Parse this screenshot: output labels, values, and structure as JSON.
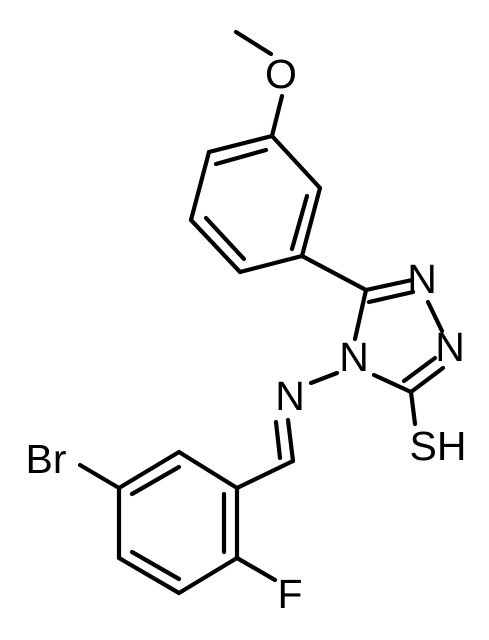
{
  "molecule": {
    "atoms": {
      "O": "O",
      "N2": "N",
      "N1": "N",
      "N4": "N",
      "N_imine": "N",
      "SH": "SH",
      "Br": "Br",
      "F": "F"
    }
  },
  "colors": {
    "bond": "#000000",
    "label": "#000000",
    "background": "#ffffff"
  }
}
